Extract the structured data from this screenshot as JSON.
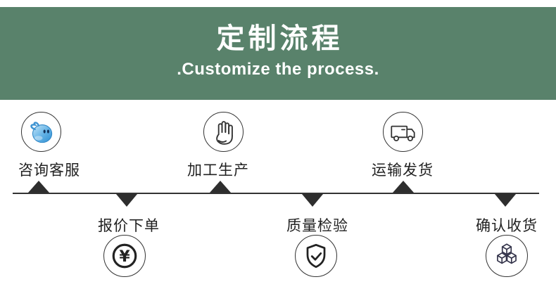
{
  "header": {
    "title": "定制流程",
    "subtitle": ".Customize the process.",
    "background_color": "#59826B",
    "text_color": "#ffffff"
  },
  "timeline": {
    "line_color": "#333333",
    "arrow_color": "#2e2e2e",
    "icon_accent_blue": "#4aa0dc",
    "steps": [
      {
        "label": "咨询客服",
        "icon": "customer-service-drop-icon",
        "side": "above"
      },
      {
        "label": "报价下单",
        "icon": "yuan-coin-icon",
        "side": "below"
      },
      {
        "label": "加工生产",
        "icon": "hand-palm-icon",
        "side": "above"
      },
      {
        "label": "质量检验",
        "icon": "shield-check-icon",
        "side": "below"
      },
      {
        "label": "运输发货",
        "icon": "delivery-truck-icon",
        "side": "above"
      },
      {
        "label": "确认收货",
        "icon": "packages-cubes-icon",
        "side": "below"
      }
    ]
  }
}
